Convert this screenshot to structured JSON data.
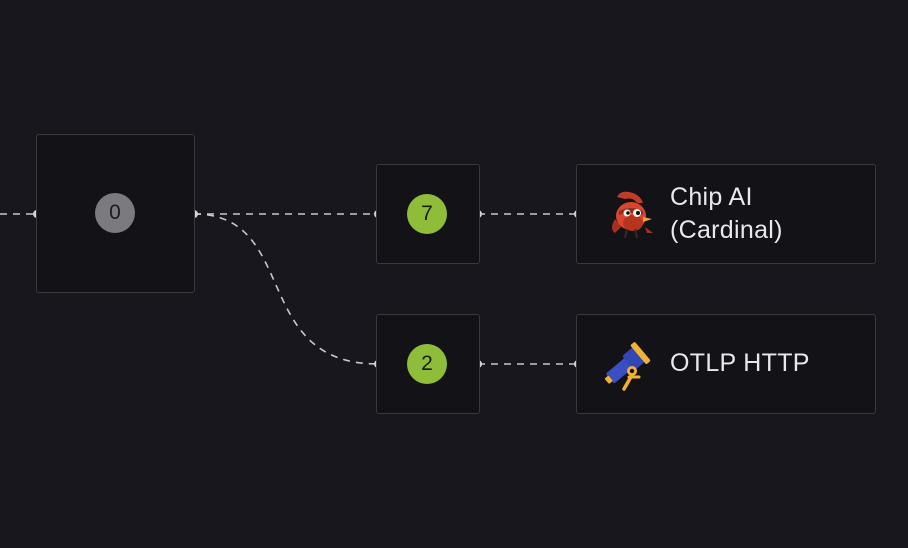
{
  "nodes": {
    "source": {
      "count": "0"
    },
    "processor_top": {
      "count": "7"
    },
    "processor_bottom": {
      "count": "2"
    },
    "destination_top": {
      "line1": "Chip AI",
      "line2": "(Cardinal)",
      "icon": "cardinal-bird-icon"
    },
    "destination_bottom": {
      "label": "OTLP HTTP",
      "icon": "telescope-icon"
    }
  },
  "colors": {
    "background": "#18171d",
    "node_background": "#121217",
    "node_border": "#3a3940",
    "badge_green": "#8fbd3a",
    "badge_grey": "#7b7b7f",
    "edge": "#c8c8cc"
  }
}
